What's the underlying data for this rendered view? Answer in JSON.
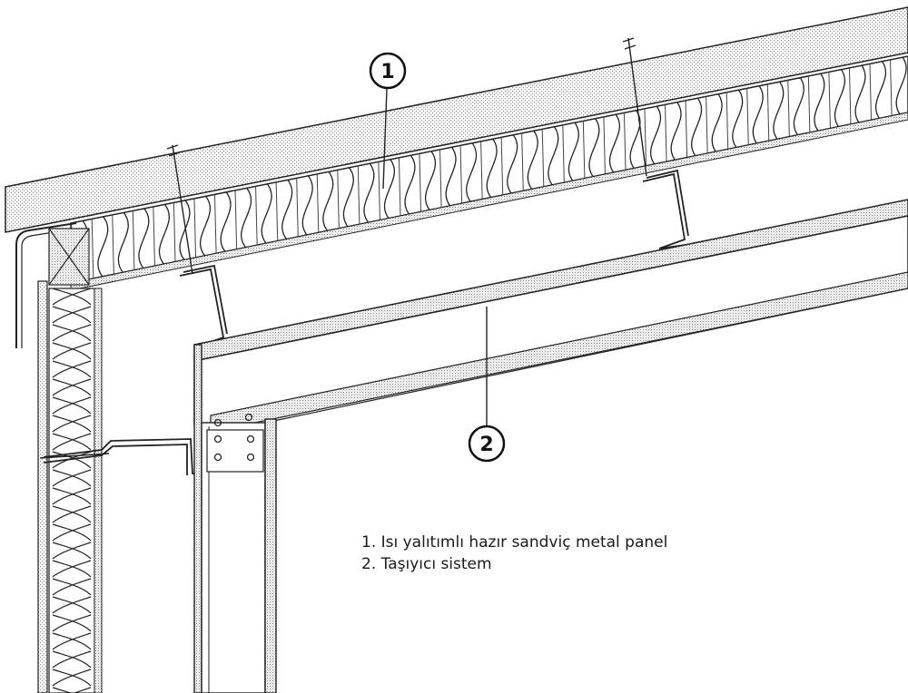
{
  "callouts": [
    {
      "number": "1"
    },
    {
      "number": "2"
    }
  ],
  "legend": {
    "items": [
      {
        "text": "1. Isı yalıtımlı hazır sandviç metal panel"
      },
      {
        "text": "2. Taşıyıcı sistem"
      }
    ]
  },
  "colors": {
    "line": "#222222",
    "stipple": "#9a9a9a"
  }
}
